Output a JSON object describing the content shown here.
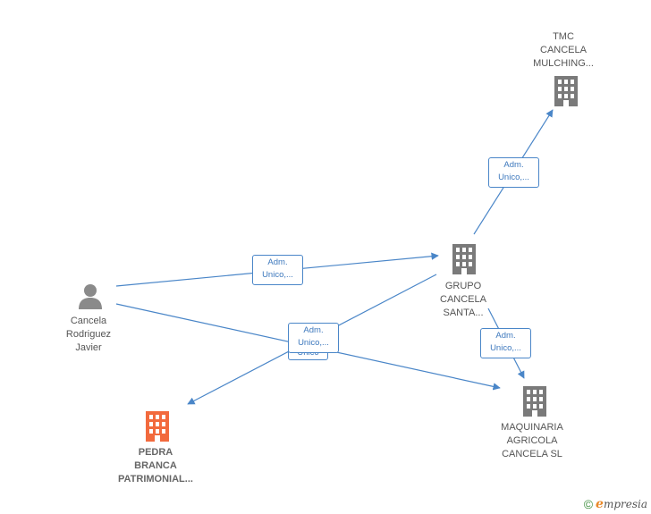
{
  "nodes": {
    "person": {
      "lines": [
        "Cancela",
        "Rodriguez",
        "Javier"
      ],
      "icon": "person-icon",
      "color": "#8a8a8a"
    },
    "tmc": {
      "lines": [
        "TMC",
        "CANCELA",
        "MULCHING..."
      ],
      "icon": "building-icon",
      "color": "#7a7a7a"
    },
    "grupo": {
      "lines": [
        "GRUPO",
        "CANCELA",
        "SANTA..."
      ],
      "icon": "building-icon",
      "color": "#7a7a7a"
    },
    "maquinaria": {
      "lines": [
        "MAQUINARIA",
        "AGRICOLA",
        "CANCELA SL"
      ],
      "icon": "building-icon",
      "color": "#7a7a7a"
    },
    "pedra": {
      "lines": [
        "PEDRA",
        "BRANCA",
        "PATRIMONIAL..."
      ],
      "icon": "building-icon",
      "color": "#f26a3d"
    }
  },
  "edges": {
    "person_grupo": {
      "lines": [
        "Adm.",
        "Unico,..."
      ]
    },
    "grupo_tmc": {
      "lines": [
        "Adm.",
        "Unico,..."
      ]
    },
    "grupo_maquinaria": {
      "lines": [
        "Adm.",
        "Unico,..."
      ]
    },
    "center_back": {
      "lines": [
        "Unico"
      ]
    },
    "center": {
      "lines": [
        "Adm.",
        "Unico,..."
      ]
    }
  },
  "edge_color": "#4a86c8",
  "footer": {
    "copyright": "©",
    "brand_initial": "e",
    "brand_rest": "mpresia"
  }
}
